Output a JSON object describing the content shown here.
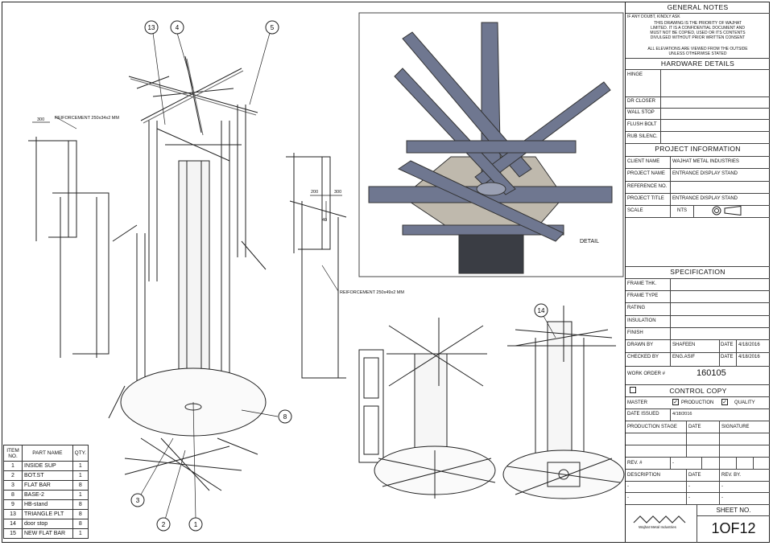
{
  "general_notes": {
    "title": "GENERAL NOTES",
    "doubt_line": "IF ANY DOUBT, KINDLY ASK",
    "confidential": [
      "THIS DRAWING IS THE PRIORITY OF WAJHAT",
      "LIMITED. IT IS A CONFIDENTIAL DOCUMENT AND",
      "MUST NOT BE COPIED, USED OR ITS CONTENTS",
      "DIVULGED WITHOUT PRIOR WRITTEN CONSENT"
    ],
    "elevations": [
      "ALL ELEVATIONS ARE VIEWED FROM THE OUTSIDE",
      "UNLESS OTHERWISE STATED"
    ]
  },
  "hardware": {
    "title": "HARDWARE DETAILS",
    "items": [
      "HINGE",
      "DR CLOSER",
      "WALL STOP",
      "FLUSH BOLT",
      "RUB SILENC."
    ]
  },
  "project": {
    "title": "PROJECT INFORMATION",
    "rows": [
      {
        "label": "CLIENT NAME",
        "value": "WAJHAT METAL INDUSTRIES"
      },
      {
        "label": "PROJECT NAME",
        "value": "ENTRANCE DISPLAY STAND"
      },
      {
        "label": "REFERENCE NO.",
        "value": ""
      },
      {
        "label": "PROJECT TITLE",
        "value": "ENTRANCE DISPLAY STAND"
      }
    ],
    "scale_label": "SCALE",
    "scale_value": "NTS"
  },
  "specification": {
    "title": "SPECIFICATION",
    "items": [
      "FRAME THK.",
      "FRAME TYPE",
      "RATING",
      "INSULATION",
      "FINISH"
    ],
    "drawn_by_label": "DRAWN BY",
    "drawn_by": "SHAFEEN",
    "checked_by_label": "CHECKED BY",
    "checked_by": "ENG.ASIF",
    "date_label": "DATE",
    "drawn_date": "4/18/2016",
    "checked_date": "4/18/2016",
    "work_order_label": "WORK ORDER #",
    "work_order": "160105"
  },
  "control": {
    "title": "CONTROL COPY",
    "master": "MASTER",
    "production": "PRODUCTION",
    "quality": "QUALITY",
    "date_issued_label": "DATE ISSUED",
    "date_issued": "4/18/2016",
    "stage_label": "PRODUCTION STAGE",
    "date_label": "DATE",
    "signature_label": "SIGNATURE",
    "rev_label": "REV. #",
    "rev_dash": "-",
    "description_label": "DESCRIPTION",
    "rev_by_label": "REV. BY.",
    "dash": "-"
  },
  "sheet": {
    "label": "SHEET NO.",
    "value": "1OF12",
    "logo_text": "Wajhat Metal Industries"
  },
  "bom": {
    "headers": [
      "ITEM NO.",
      "PART NAME",
      "QTY."
    ],
    "rows": [
      [
        "1",
        "INSIDE SUP",
        "1"
      ],
      [
        "2",
        "BOT.ST",
        "1"
      ],
      [
        "3",
        "FLAT BAR",
        "8"
      ],
      [
        "8",
        "BASE-2",
        "1"
      ],
      [
        "9",
        "HB-stand",
        "8"
      ],
      [
        "13",
        "TRIANGLE PLT",
        "8"
      ],
      [
        "14",
        "door stop",
        "8"
      ],
      [
        "15",
        "NEW FLAT BAR",
        "1"
      ]
    ]
  },
  "callouts": {
    "c13": "13",
    "c4": "4",
    "c5": "5",
    "c8": "8",
    "c3": "3",
    "c2": "2",
    "c1": "1",
    "c14": "14"
  },
  "annotations": {
    "reinf1": "REIFORCEMENT 250x34x2 MM",
    "reinf2": "REIFORCEMENT 250x49x2 MM",
    "dim300a": "300",
    "dim200": "200",
    "dim300b": "300",
    "dim40": "40",
    "detail": "DETAIL"
  }
}
